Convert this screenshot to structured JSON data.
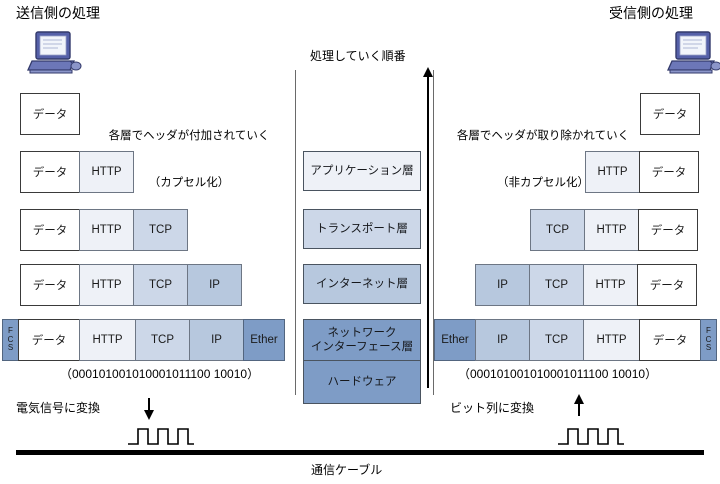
{
  "headings": {
    "sender": "送信側の処理",
    "receiver": "受信側の処理",
    "center": "処理していく順番"
  },
  "notes": {
    "sender_line1": "各層でヘッダが付加されていく",
    "sender_line2": "（カプセル化）",
    "receiver_line1": "各層でヘッダが取り除かれていく",
    "receiver_line2": "（非カプセル化）"
  },
  "labels": {
    "data": "データ",
    "http": "HTTP",
    "tcp": "TCP",
    "ip": "IP",
    "ether": "Ether",
    "fcs_f": "F",
    "fcs_c": "C",
    "fcs_s": "S"
  },
  "bitstring": {
    "sender": "（000101001010001011100 10010）",
    "receiver": "（000101001010001011100 10010）"
  },
  "conversion": {
    "sender": "電気信号に変換",
    "receiver": "ビット列に変換"
  },
  "cable_label": "通信ケーブル",
  "layers": [
    {
      "name": "アプリケーション層",
      "style": "l-app"
    },
    {
      "name": "トランスポート層",
      "style": "l-tr"
    },
    {
      "name": "インターネット層",
      "style": "l-in"
    },
    {
      "name": "ネットワーク\nインターフェース層",
      "style": "l-ni"
    },
    {
      "name": "ハードウェア",
      "style": "l-hw"
    }
  ],
  "sender_rows": [
    {
      "cells": [
        "データ"
      ]
    },
    {
      "cells": [
        "データ",
        "HTTP"
      ]
    },
    {
      "cells": [
        "データ",
        "HTTP",
        "TCP"
      ]
    },
    {
      "cells": [
        "データ",
        "HTTP",
        "TCP",
        "IP"
      ]
    },
    {
      "cells": [
        "FCS",
        "データ",
        "HTTP",
        "TCP",
        "IP",
        "Ether"
      ]
    }
  ],
  "receiver_rows": [
    {
      "cells": [
        "データ"
      ]
    },
    {
      "cells": [
        "HTTP",
        "データ"
      ]
    },
    {
      "cells": [
        "TCP",
        "HTTP",
        "データ"
      ]
    },
    {
      "cells": [
        "IP",
        "TCP",
        "HTTP",
        "データ"
      ]
    },
    {
      "cells": [
        "Ether",
        "IP",
        "TCP",
        "HTTP",
        "データ",
        "FCS"
      ]
    }
  ],
  "colors": {
    "data": "#ffffff",
    "http": "#eef1f7",
    "tcp": "#ccd7e8",
    "ip": "#b7c8de",
    "ether": "#7e9cc6",
    "fcs": "#7e9cc6",
    "cable": "#000000",
    "icon": "#4a52a0"
  }
}
